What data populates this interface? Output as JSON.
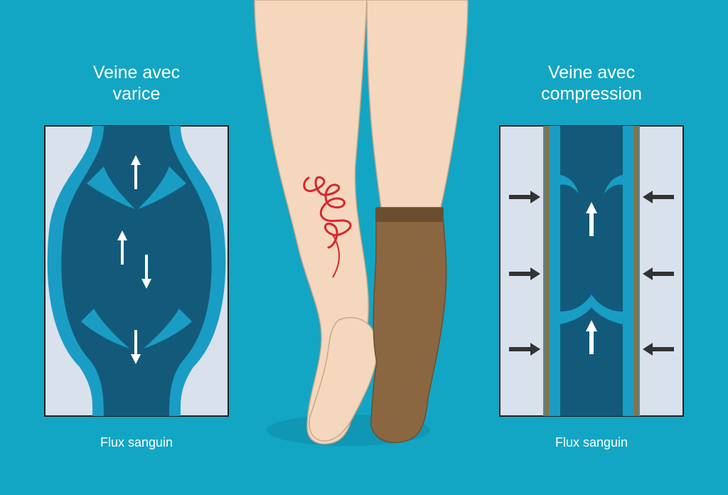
{
  "left": {
    "title_line1": "Veine avec",
    "title_line2": "varice",
    "caption": "Flux sanguin"
  },
  "right": {
    "title_line1": "Veine avec",
    "title_line2": "compression",
    "caption": "Flux sanguin"
  },
  "colors": {
    "background": "#12a6c4",
    "vein_dark": "#135a7a",
    "vein_light": "#1a9dc4",
    "tissue": "#d9e1ec",
    "skin": "#f4d7bd",
    "stocking": "#8a6740",
    "varicose": "#d8272e",
    "compression_wall": "#9a6a3c"
  }
}
